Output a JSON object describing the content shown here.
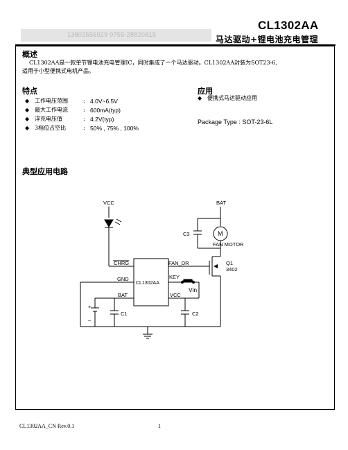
{
  "header": {
    "part_number": "CL1302AA",
    "watermark": "13802556929   0755-28820815",
    "subtitle": "马达驱动+锂电池充电管理"
  },
  "overview": {
    "heading": "概述",
    "line1": "CL1302AA是一款单节锂电池充电管理IC，同时集成了一个马达驱动。CL1302AA封装为SOT23-6,",
    "line2": "适用于小型便携式电机产品。"
  },
  "features": {
    "heading": "特点",
    "items": [
      {
        "label": "工作电压范围",
        "value": "4.0V~6.5V"
      },
      {
        "label": "最大工作电流",
        "value": "600mA(typ)"
      },
      {
        "label": "浮充电压值",
        "value": "4.2V(typ)"
      },
      {
        "label": "3档位占空比",
        "value": "50% , 75% , 100%"
      }
    ]
  },
  "applications": {
    "heading": "应用",
    "items": [
      "便携式马达驱动应用"
    ],
    "package": "Package Type : SOT-23-6L"
  },
  "typical_circuit": {
    "heading": "典型应用电路",
    "labels": {
      "vcc_top": "VCC",
      "bat_top": "BAT",
      "c3": "C3",
      "motor": "M",
      "fan_motor": "FAN MOTOR",
      "chrg": "CHRG",
      "fan_dr": "FAN_DR",
      "gnd": "GND",
      "key": "KEY",
      "chip": "CL1302AA",
      "bat_pin": "BAT",
      "vcc_pin": "VCC",
      "vin": "Vin",
      "q1": "Q1",
      "q1_part": "3402",
      "c1": "C1",
      "c2": "C2",
      "plus": "+",
      "minus": "_"
    }
  },
  "footer": {
    "doc": "CL1302AA_CN Rev.0.1",
    "page": "1"
  }
}
